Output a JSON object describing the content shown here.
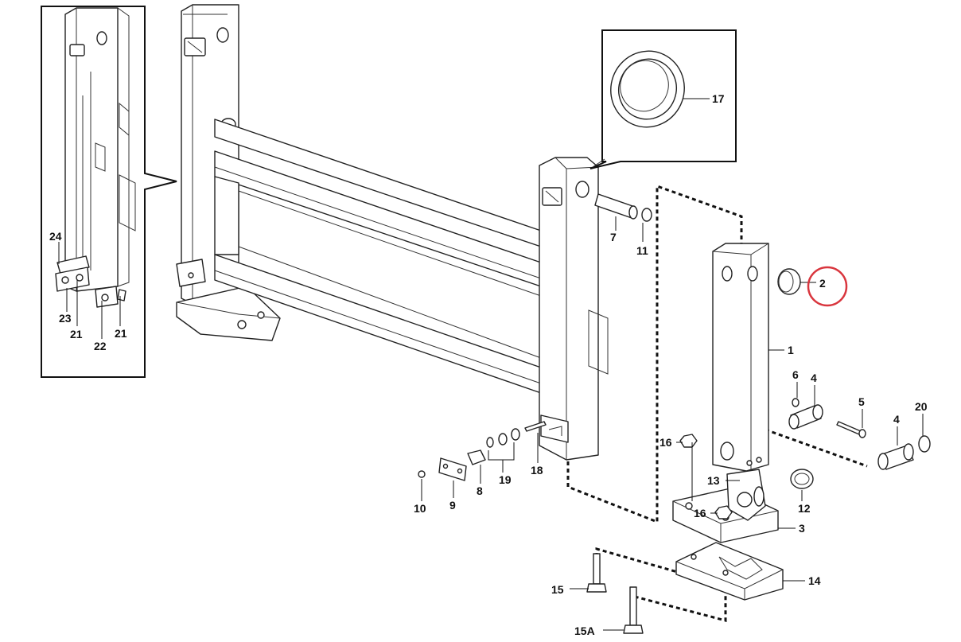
{
  "callouts": {
    "c1": "1",
    "c2": "2",
    "c3": "3",
    "c4a": "4",
    "c4b": "4",
    "c5": "5",
    "c6": "6",
    "c7": "7",
    "c8": "8",
    "c9": "9",
    "c10": "10",
    "c11": "11",
    "c12": "12",
    "c13": "13",
    "c14": "14",
    "c15": "15",
    "c15a": "15A",
    "c16a": "16",
    "c16b": "16",
    "c17": "17",
    "c18": "18",
    "c19": "19",
    "c20": "20",
    "c21a": "21",
    "c21b": "21",
    "c22": "22",
    "c23": "23",
    "c24": "24"
  },
  "highlight": {
    "part": "2",
    "color": "#d9363e"
  },
  "colors": {
    "line": "#222222",
    "background": "#ffffff"
  }
}
